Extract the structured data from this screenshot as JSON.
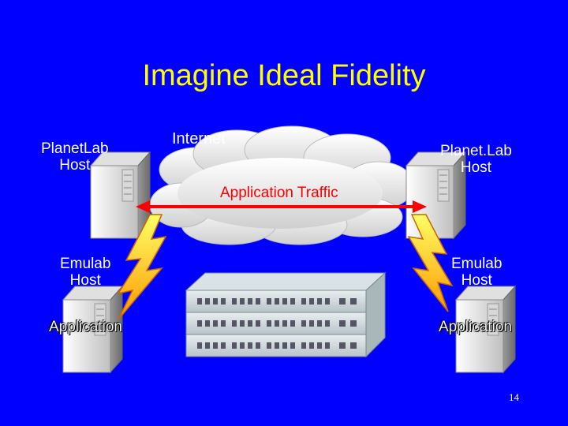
{
  "slide": {
    "title": "Imagine Ideal Fidelity",
    "page_number": "14",
    "background_color": "#0000ff",
    "title_color": "#ffff00"
  },
  "diagram": {
    "cloud_label": "Internet",
    "traffic_label": "Application Traffic",
    "traffic_color": "#ff0000",
    "left_planetlab_host": "PlanetLab\nHost",
    "right_planetlab_host": "Planet.Lab\nHost",
    "left_emulab_host": "Emulab\nHost",
    "right_emulab_host": "Emulab\nHost",
    "left_application": "Application",
    "right_application": "Application",
    "icons": [
      "server-icon",
      "cloud-icon",
      "lightning-icon",
      "network-switch-icon",
      "double-arrow-icon"
    ]
  }
}
